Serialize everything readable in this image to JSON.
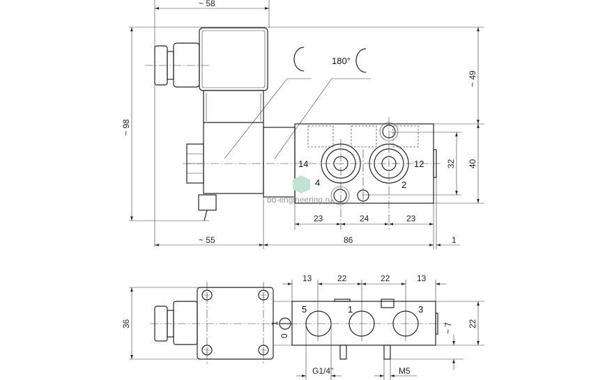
{
  "top_view": {
    "dimensions": {
      "width_coil": "~ 58",
      "height_total": "~ 98",
      "height_upper": "~ 49",
      "block_height": "40",
      "port_spacing_vertical": "32",
      "seg_left": "23",
      "seg_mid": "24",
      "seg_right": "23",
      "coil_length": "~ 55",
      "block_length": "86",
      "offset": "1"
    },
    "rotation_label": "180°",
    "ports": [
      "14",
      "12",
      "4",
      "2"
    ],
    "watermark": "bb-engineering.ru"
  },
  "bottom_view": {
    "dimensions": {
      "height": "36",
      "seg1": "13",
      "seg2": "22",
      "seg3": "22",
      "seg4": "13",
      "block_height": "22",
      "pin_length": "~ 7",
      "thread_main": "G1/4\"",
      "thread_pilot": "M5"
    },
    "ports": [
      "5",
      "1",
      "3"
    ],
    "switch_labels": [
      "1",
      "0"
    ]
  }
}
